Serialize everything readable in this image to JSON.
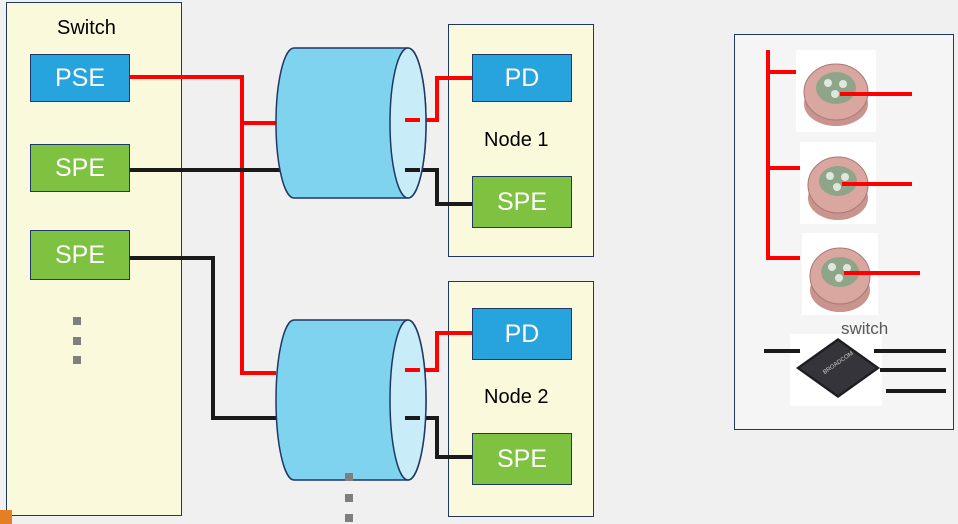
{
  "switch_panel": {
    "title": "Switch",
    "ports": [
      "PSE",
      "SPE",
      "SPE"
    ]
  },
  "node1": {
    "title": "Node 1",
    "top_port": "PD",
    "bottom_port": "SPE"
  },
  "node2": {
    "title": "Node 2",
    "top_port": "PD",
    "bottom_port": "SPE"
  },
  "right_panel": {
    "switch_label": "switch"
  },
  "colors": {
    "power_line": "#ff0000",
    "data_line": "#1a1a1a",
    "cable": "#7fd3ee",
    "accent_tab": "#e67e22"
  },
  "icons": [
    "connector-icon",
    "connector-icon",
    "connector-icon",
    "switch-chip-icon"
  ]
}
